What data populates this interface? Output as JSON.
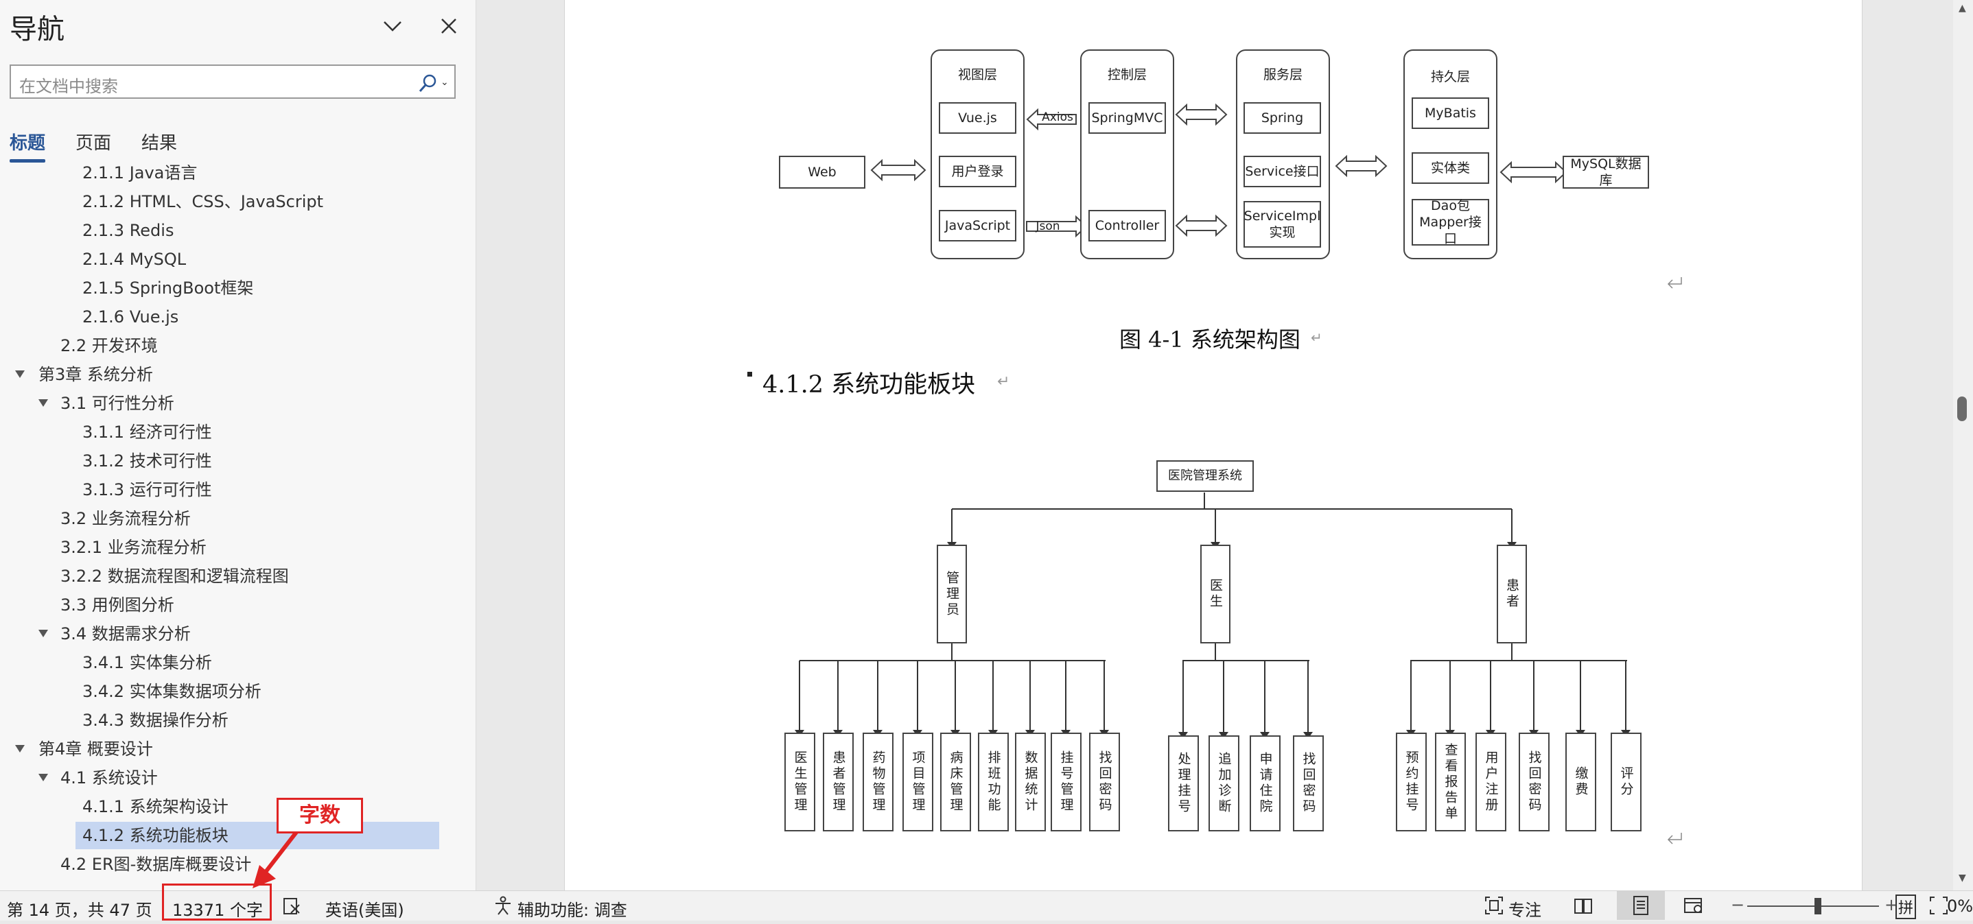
{
  "nav": {
    "title": "导航",
    "search_placeholder": "在文档中搜索",
    "tabs": [
      "标题",
      "页面",
      "结果"
    ]
  },
  "tree": [
    {
      "label": "2.1.1 Java语言",
      "level": 3,
      "partial": true
    },
    {
      "label": "2.1.2 HTML、CSS、JavaScript",
      "level": 3
    },
    {
      "label": "2.1.3 Redis",
      "level": 3
    },
    {
      "label": "2.1.4 MySQL",
      "level": 3
    },
    {
      "label": "2.1.5 SpringBoot框架",
      "level": 3
    },
    {
      "label": "2.1.6 Vue.js",
      "level": 3
    },
    {
      "label": "2.2 开发环境",
      "level": 2
    },
    {
      "label": "第3章 系统分析",
      "level": 1,
      "expanded": true
    },
    {
      "label": "3.1 可行性分析",
      "level": 2,
      "expanded": true
    },
    {
      "label": "3.1.1 经济可行性",
      "level": 3
    },
    {
      "label": "3.1.2 技术可行性",
      "level": 3
    },
    {
      "label": "3.1.3 运行可行性",
      "level": 3
    },
    {
      "label": "3.2 业务流程分析",
      "level": 2
    },
    {
      "label": "3.2.1 业务流程分析",
      "level": 2
    },
    {
      "label": "3.2.2 数据流程图和逻辑流程图",
      "level": 2
    },
    {
      "label": "3.3 用例图分析",
      "level": 2
    },
    {
      "label": "3.4 数据需求分析",
      "level": 2,
      "expanded": true
    },
    {
      "label": "3.4.1 实体集分析",
      "level": 3
    },
    {
      "label": "3.4.2 实体集数据项分析",
      "level": 3
    },
    {
      "label": "3.4.3 数据操作分析",
      "level": 3
    },
    {
      "label": "第4章 概要设计",
      "level": 1,
      "expanded": true
    },
    {
      "label": "4.1 系统设计",
      "level": 2,
      "expanded": true
    },
    {
      "label": "4.1.1 系统架构设计",
      "level": 3
    },
    {
      "label": "4.1.2 系统功能板块",
      "level": 3,
      "selected": true
    },
    {
      "label": "4.2 ER图-数据库概要设计",
      "level": 2
    }
  ],
  "annotation": {
    "callout": "字数"
  },
  "status": {
    "page": "第 14 页，共 47 页",
    "words": "13371 个字",
    "language": "英语(美国)",
    "accessibility": "辅助功能: 调查",
    "focus": "专注",
    "ime": "拼",
    "zoom": "0%"
  },
  "doc": {
    "arch": {
      "web": "Web",
      "view": {
        "title": "视图层",
        "items": [
          "Vue.js",
          "用户登录",
          "JavaScript"
        ]
      },
      "control": {
        "title": "控制层",
        "items": [
          "SpringMVC",
          "Controller"
        ]
      },
      "service": {
        "title": "服务层",
        "items": [
          "Spring",
          "Service接口",
          "ServiceImpl\n实现"
        ]
      },
      "persist": {
        "title": "持久层",
        "items": [
          "MyBatis",
          "实体类",
          "Dao包\nMapper接口"
        ]
      },
      "db": "MySQL数据库",
      "axios": "Axios",
      "json": "Json"
    },
    "fig_caption": "图 4-1  系统架构图",
    "heading": "4.1.2  系统功能板块",
    "tree_diagram": {
      "root": "医院管理系统",
      "roles": [
        {
          "name": "管理员",
          "children": [
            "医生管理",
            "患者管理",
            "药物管理",
            "项目管理",
            "病床管理",
            "排班功能",
            "数据统计",
            "挂号管理",
            "找回密码"
          ]
        },
        {
          "name": "医生",
          "children": [
            "处理挂号",
            "追加诊断",
            "申请住院",
            "找回密码"
          ]
        },
        {
          "name": "患者",
          "children": [
            "预约挂号",
            "查看报告单",
            "用户注册",
            "找回密码",
            "缴费",
            "评分"
          ]
        }
      ]
    }
  }
}
